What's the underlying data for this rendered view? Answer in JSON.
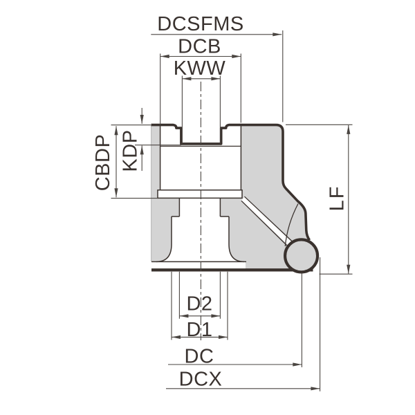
{
  "diagram": {
    "type": "technical-dimension-drawing",
    "subject": "indexable face mill cutter cross-section with round insert",
    "labels": {
      "dcsfms": "DCSFMS",
      "dcb": "DCB",
      "kww": "KWW",
      "cbdp": "CBDP",
      "kdp": "KDP",
      "lf": "LF",
      "d2": "D2",
      "d1": "D1",
      "dc": "DC",
      "dcx": "DCX"
    },
    "colors": {
      "outline": "#3a322e",
      "dimension_line": "#4a4541",
      "body_fill": "#d4d4d4",
      "background": "#ffffff",
      "text": "#39322f"
    }
  }
}
